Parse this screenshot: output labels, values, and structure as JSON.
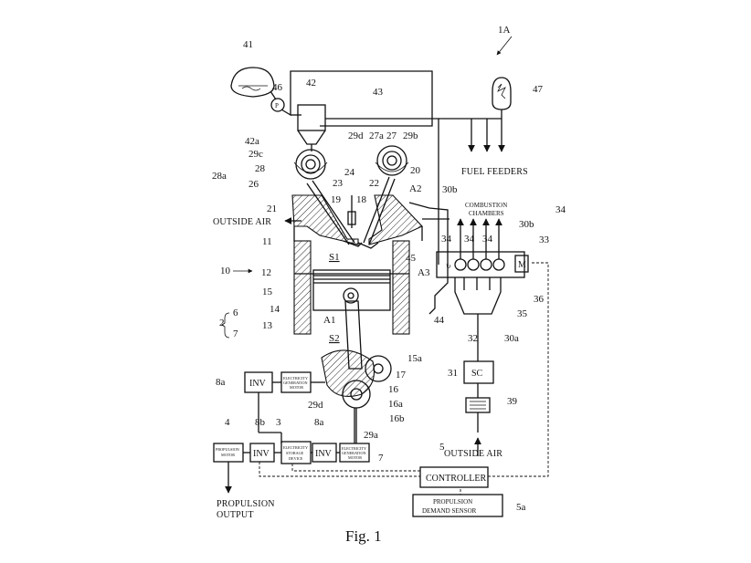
{
  "figure_caption": "Fig. 1",
  "labels": {
    "system": "1A",
    "engine": "10",
    "generator_system": "2",
    "storage_device": "3",
    "propulsion_motor": "4",
    "controller_ref": "5",
    "sensor_ref": "5a",
    "item_6": "6",
    "item_7": "7",
    "item_7b": "7",
    "inv_a": "8a",
    "inv_a2": "8a",
    "inv_b": "8b",
    "cylinder_11": "11",
    "item_12": "12",
    "item_13": "13",
    "item_14": "14",
    "item_15": "15",
    "item_15a": "15a",
    "item_16": "16",
    "item_16a": "16a",
    "item_16b": "16b",
    "item_17": "17",
    "item_18": "18",
    "item_19": "19",
    "item_20": "20",
    "item_21": "21",
    "item_22": "22",
    "item_23": "23",
    "item_24": "24",
    "item_26": "26",
    "item_27": "27",
    "item_27a": "27a",
    "item_28": "28",
    "item_28a": "28a",
    "item_29a": "29a",
    "item_29b": "29b",
    "item_29c": "29c",
    "item_29d_top": "29d",
    "item_29d_bottom": "29d",
    "item_30a": "30a",
    "item_30b_a": "30b",
    "item_30b_b": "30b",
    "item_31": "31",
    "item_32": "32",
    "item_33": "33",
    "item_34_a": "34",
    "item_34_b": "34",
    "item_34_c": "34",
    "item_34_d": "34",
    "item_35": "35",
    "item_36": "36",
    "item_39": "39",
    "item_41": "41",
    "item_42": "42",
    "item_42a": "42a",
    "item_43": "43",
    "item_44": "44",
    "item_45": "45",
    "item_46": "46",
    "item_47": "47",
    "a1": "A1",
    "a2": "A2",
    "a3": "A3",
    "s1": "S1",
    "s2": "S2",
    "pump": "P"
  },
  "captions": {
    "outside_air_left": "OUTSIDE AIR",
    "outside_air_bottom": "OUTSIDE AIR",
    "fuel_feeders": "FUEL FEEDERS",
    "combustion_line1": "COMBUSTION",
    "combustion_line2": "CHAMBERS",
    "propulsion_line1": "PROPULSION",
    "propulsion_line2": "OUTPUT"
  },
  "boxes": {
    "inv_top": "INV",
    "inv_left": "INV",
    "inv_right": "INV",
    "controller": "CONTROLLER",
    "sc": "SC",
    "motor_m": "M",
    "sensor_line1": "PROPULSION",
    "sensor_line2": "DEMAND SENSOR",
    "gen_motor_line1": "ELECTRICITY",
    "gen_motor_line2": "GENERATION",
    "gen_motor_line3": "MOTOR",
    "prop_motor_line1": "PROPULSION",
    "prop_motor_line2": "MOTOR",
    "storage_line1": "ELECTRICITY",
    "storage_line2": "STORAGE",
    "storage_line3": "DEVICE",
    "gen_motor2_line1": "ELECTRICITY",
    "gen_motor2_line2": "GENERATION",
    "gen_motor2_line3": "MOTOR"
  }
}
